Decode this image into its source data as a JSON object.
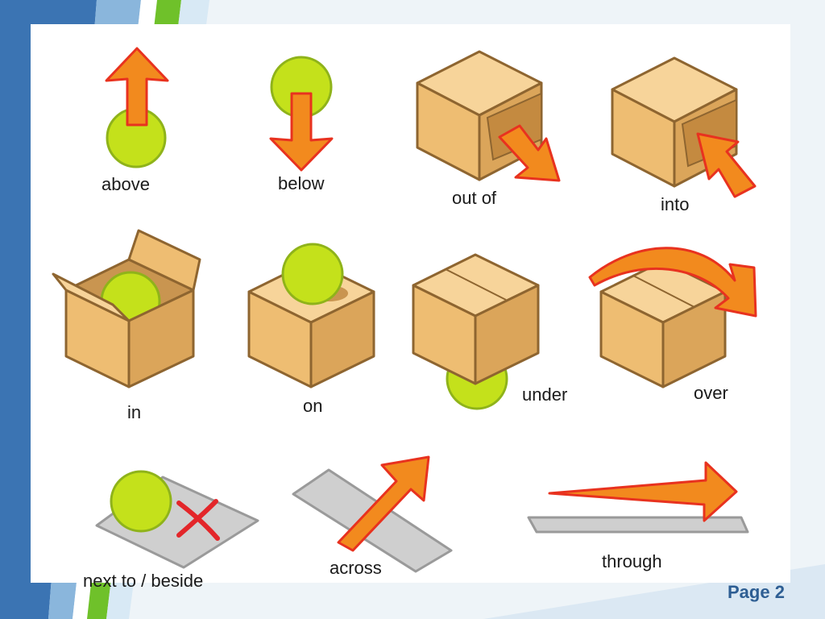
{
  "labels": {
    "above": "above",
    "below": "below",
    "out_of": "out of",
    "into": "into",
    "in": "in",
    "on": "on",
    "under": "under",
    "over": "over",
    "next_to": "next to / beside",
    "across": "across",
    "through": "through"
  },
  "footer": {
    "page": "Page 2"
  },
  "colors": {
    "ball": "#c4e11b",
    "ball_edge": "#8fb31a",
    "arrow": "#f28a1e",
    "arrow_edge": "#e8321f",
    "box_light": "#f7d49a",
    "box_mid": "#eebd72",
    "box_dark": "#dba55a",
    "box_edge": "#8e6530",
    "mat": "#cfcfcf",
    "cross": "#e3262a",
    "accent_blue": "#2e5e93",
    "accent_green": "#6fc12a"
  },
  "icons": [
    "ball-icon",
    "arrow-icon",
    "box-icon",
    "mat-icon",
    "cross-icon"
  ]
}
